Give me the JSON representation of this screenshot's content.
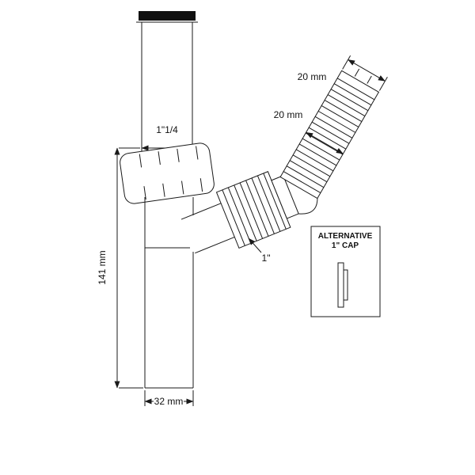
{
  "labels": {
    "top_thread": "1\"1/4",
    "height": "141 mm",
    "outlet_width": "32 mm",
    "hose_end_diameter": "20 mm",
    "hose_bore_diameter": "20 mm",
    "branch_thread": "1\"",
    "alt_cap_line1": "ALTERNATIVE",
    "alt_cap_line2": "1\" CAP"
  },
  "colors": {
    "line": "#1a1a1a",
    "gasket": "#111111",
    "background": "#ffffff"
  }
}
